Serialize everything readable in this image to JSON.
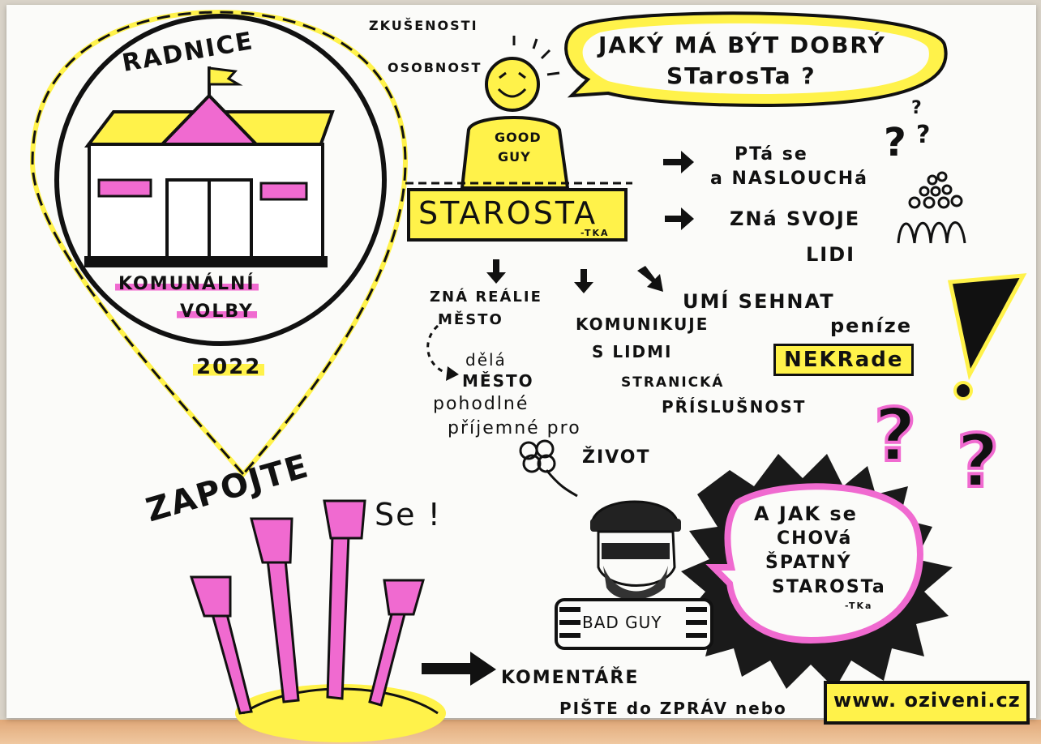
{
  "title_question": {
    "line1": "JAKÝ MÁ BÝT DOBRÝ",
    "line2": "STarosTa ?"
  },
  "left": {
    "radnice": "RADNICE",
    "komunalni": "KOMUNÁLNÍ",
    "volby": "VOLBY",
    "year": "2022"
  },
  "mayor": {
    "traits": [
      "ZKUŠENOSTI",
      "OSOBNOST"
    ],
    "shirt_line1": "GOOD",
    "shirt_line2": "GUY",
    "label": "STAROSTA",
    "suffix": "-TKA"
  },
  "right_points": [
    {
      "line1": "PTá se",
      "line2": "a NASLOUCHá"
    },
    {
      "line1": "ZNá SVOJE",
      "line2": "LIDI"
    }
  ],
  "branches": {
    "realie_line1": "ZNÁ REÁLIE",
    "realie_line2": "MĚSTO",
    "dela_line1": "dělá",
    "dela_line2": "MĚSTO",
    "dela_line3": "pohodlné",
    "dela_line4": "příjemné pro",
    "dela_line5": "ŽIVOT",
    "komunikuje_line1": "KOMUNIKUJE",
    "komunikuje_line2": "S LIDMI",
    "stranicka_line1": "STRANICKÁ",
    "stranicka_line2": "PŘÍSLUŠNOST",
    "semnat": "UMÍ SEHNAT",
    "penize": "peníze",
    "nekrade": "NEKRade"
  },
  "bad": {
    "shirt": "BAD GUY",
    "bubble_line1": "A JAK se",
    "bubble_line2": "CHOVá",
    "bubble_line3": "ŠPATNÝ",
    "bubble_line4": "STAROSTa",
    "bubble_line5": "-TKa"
  },
  "cta": {
    "zapojte": "ZAPOJTE",
    "se": "Se !",
    "komentare": "KOMENTÁŘE",
    "piste": "PIŠTE do ZPRÁV nebo",
    "web": "www. oziveni.cz"
  },
  "colors": {
    "yellow": "#fff24a",
    "pink": "#f06ad0",
    "ink": "#111111"
  }
}
